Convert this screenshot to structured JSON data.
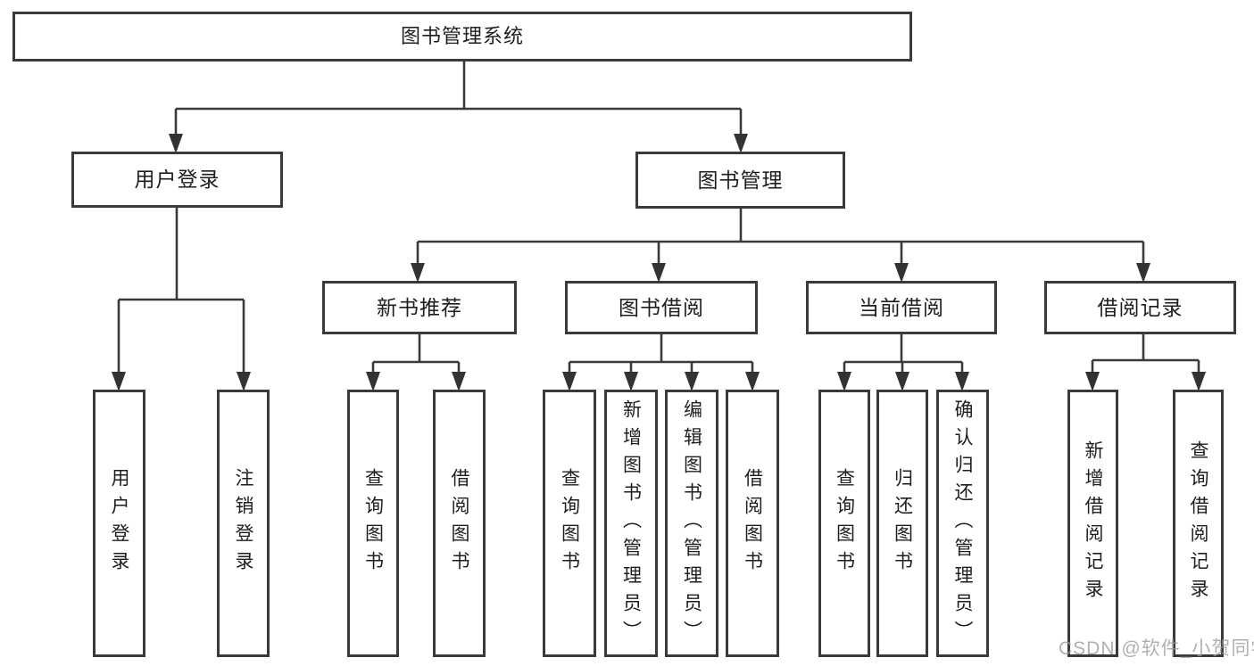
{
  "tree": {
    "root": {
      "label": "图书管理系统"
    },
    "branches": [
      {
        "label": "用户登录",
        "children": [
          {
            "label": "用户登录"
          },
          {
            "label": "注销登录"
          }
        ]
      },
      {
        "label": "图书管理",
        "children": [
          {
            "label": "新书推荐",
            "children": [
              {
                "label": "查询图书"
              },
              {
                "label": "借阅图书"
              }
            ]
          },
          {
            "label": "图书借阅",
            "children": [
              {
                "label": "查询图书"
              },
              {
                "label": "新增图书（管理员）"
              },
              {
                "label": "编辑图书（管理员）"
              },
              {
                "label": "借阅图书"
              }
            ]
          },
          {
            "label": "当前借阅",
            "children": [
              {
                "label": "查询图书"
              },
              {
                "label": "归还图书"
              },
              {
                "label": "确认归还（管理员）"
              }
            ]
          },
          {
            "label": "借阅记录",
            "children": [
              {
                "label": "新增借阅记录"
              },
              {
                "label": "查询借阅记录"
              }
            ]
          }
        ]
      }
    ]
  },
  "watermark": "CSDN @软件_小贺同学",
  "colors": {
    "line": "#3a3a3a",
    "text": "#1e1e1e",
    "watermark_text": "#989da1",
    "background": "#ffffff"
  }
}
